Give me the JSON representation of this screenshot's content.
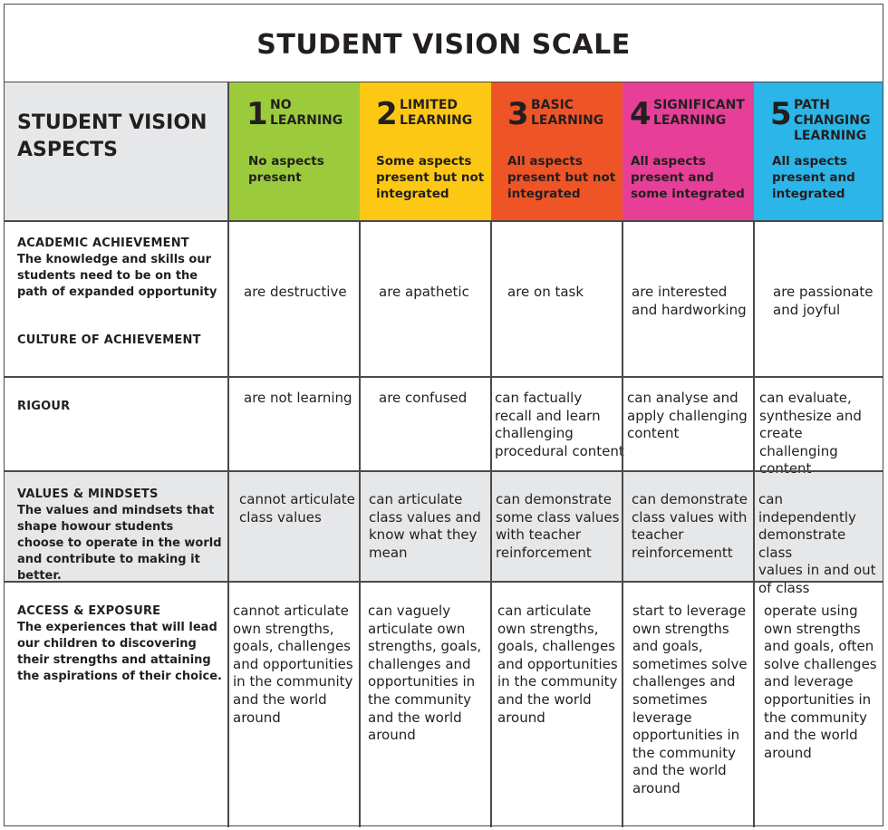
{
  "title": "STUDENT VISION SCALE",
  "aspects_heading": "STUDENT VISION ASPECTS",
  "levels": [
    {
      "num": "1",
      "name": "NO\nLEARNING",
      "desc": "No aspects\npresent",
      "color": "#9bcb3c"
    },
    {
      "num": "2",
      "name": "LIMITED\nLEARNING",
      "desc": "Some aspects\npresent but not\nintegrated",
      "color": "#fcc813"
    },
    {
      "num": "3",
      "name": "BASIC\nLEARNING",
      "desc": "All aspects\npresent but not\nintegrated",
      "color": "#ef5426"
    },
    {
      "num": "4",
      "name": "SIGNIFICANT\nLEARNING",
      "desc": "All aspects\npresent and\nsome integrated",
      "color": "#e73e97"
    },
    {
      "num": "5",
      "name": "PATH\nCHANGING\nLEARNING",
      "desc": "All aspects\npresent and\nintegrated",
      "color": "#2bb5e8"
    }
  ],
  "rows": [
    {
      "heading": "ACADEMIC ACHIEVEMENT",
      "desc": "The knowledge and skills our students need to be on the path of expanded opportunity",
      "heading2": "CULTURE OF ACHIEVEMENT",
      "cells": [
        "are destructive",
        "are apathetic",
        "are on task",
        "are interested\nand hardworking",
        "are passionate\nand joyful"
      ]
    },
    {
      "heading": "RIGOUR",
      "desc": "",
      "cells": [
        "are not learning",
        "are confused",
        "can factually\nrecall and learn\nchallenging\nprocedural content",
        "can analyse and\napply challenging\ncontent",
        "can evaluate,\nsynthesize and\ncreate challenging\ncontent"
      ]
    },
    {
      "heading": "VALUES & MINDSETS",
      "desc": "The values and mindsets that shape howour students choose to operate in the world and contribute to making it better.",
      "cells": [
        "cannot articulate\nclass values",
        "can articulate\nclass values and\nknow what they\nmean",
        "can demonstrate\nsome class values\nwith teacher\nreinforcement",
        "can demonstrate\nclass values with\nteacher\nreinforcementt",
        "can independently\ndemonstrate class\nvalues in and out\nof class"
      ]
    },
    {
      "heading": "ACCESS & EXPOSURE",
      "desc": "The experiences that will lead our children to discovering their strengths and attaining the aspirations of their choice.",
      "cells": [
        "cannot articulate\nown strengths,\ngoals, challenges\nand opportunities\nin the community\nand the world\naround",
        "can vaguely\narticulate own\nstrengths, goals,\nchallenges and\nopportunities in\nthe community\nand the world\naround",
        "can articulate\nown strengths,\ngoals, challenges\nand opportunities\nin the community\nand the world\naround",
        "start to leverage\nown strengths\nand goals,\nsometimes solve\nchallenges and\nsometimes\nleverage\nopportunities in\nthe community\nand the world\naround",
        "operate using\nown strengths\nand goals, often\nsolve challenges\nand leverage\nopportunities in\nthe community\nand the world\naround"
      ]
    }
  ]
}
